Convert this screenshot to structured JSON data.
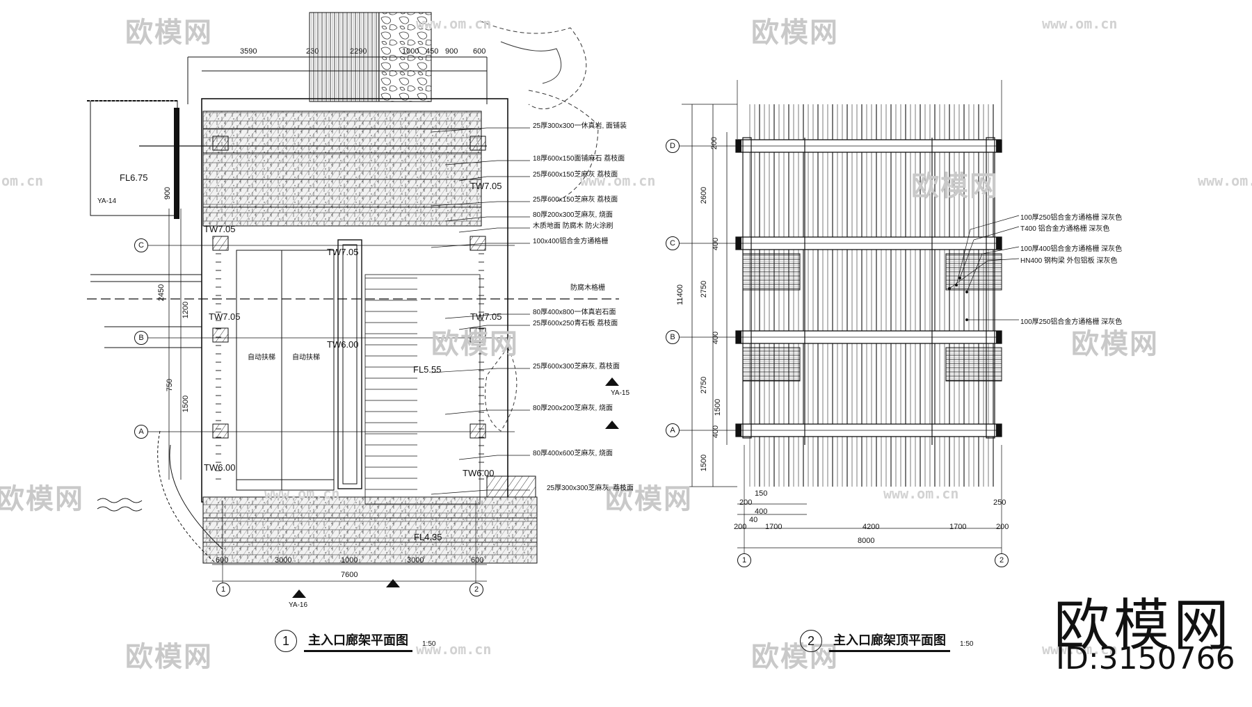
{
  "watermark": {
    "logo_text": "欧模网",
    "url_text": "www.om.cn",
    "url_fragment": "om.cn"
  },
  "brand": {
    "name": "欧模网",
    "id_text": "ID:3150766"
  },
  "plan_left": {
    "title_number": "1",
    "title": "主入口廊架平面图",
    "scale": "1:50",
    "elevations": {
      "fl_675": "FL6.75",
      "fl_555": "FL5.55",
      "fl_435": "FL4.35",
      "tw_705_a": "TW7.05",
      "tw_705_b": "TW7.05",
      "tw_705_c": "TW7.05",
      "tw_705_d": "TW7.05",
      "tw_705_e": "TW7.05",
      "tw_600_a": "TW6.00",
      "tw_600_b": "TW6.00",
      "tw_600_c": "TW6.00"
    },
    "top_dims": [
      "3590",
      "230",
      "2290",
      "1000",
      "450",
      "900",
      "600"
    ],
    "bottom_dims": [
      "600",
      "3000",
      "1000",
      "3000",
      "600"
    ],
    "bottom_total": "7600",
    "left_dims": [
      "900",
      "2450",
      "1500",
      "1200",
      "750"
    ],
    "axes_row": [
      "C",
      "B",
      "A"
    ],
    "axes_col": [
      "1",
      "2"
    ],
    "section_marks": [
      "YA-14",
      "YA-15",
      "YA-16"
    ],
    "notes_right": [
      "25厚300x300一休真岩, 面铺装",
      "18厚600x150面铺麻石 荔枝面",
      "25厚600x150芝麻灰 荔枝面",
      "25厚600x150芝麻灰 荔枝面",
      "80厚200x300芝麻灰, 烧面",
      "木质地面 防腐木 防火涂刷",
      "100x400铝合金方通格栅",
      "防腐木格栅",
      "80厚400x800一体真岩石面",
      "25厚600x250青石板 荔枝面",
      "25厚600x300芝麻灰, 荔枝面",
      "80厚200x200芝麻灰, 烧面",
      "80厚400x600芝麻灰, 烧面",
      "25厚300x300芝麻灰, 荔枝面"
    ],
    "inner_labels": [
      "自动扶梯",
      "自动扶梯"
    ]
  },
  "plan_right": {
    "title_number": "2",
    "title": "主入口廊架顶平面图",
    "scale": "1:50",
    "total_width": "8000",
    "bottom_dims": [
      "200",
      "1700",
      "4200",
      "1700",
      "200"
    ],
    "small_dims": [
      "200",
      "400",
      "40",
      "150",
      "250"
    ],
    "left_total": "11400",
    "left_dims": [
      "200",
      "2600",
      "400",
      "2750",
      "400",
      "2750",
      "1500",
      "400",
      "1500"
    ],
    "axes_row": [
      "D",
      "C",
      "B",
      "A"
    ],
    "axes_col": [
      "1",
      "2"
    ],
    "notes": [
      "100厚250铝合金方通格栅 深灰色",
      "T400 铝合金方通格栅 深灰色",
      "100厚400铝合金方通格栅 深灰色",
      "HN400 钢构梁 外包铝板 深灰色",
      "100厚250铝合金方通格栅 深灰色"
    ]
  }
}
